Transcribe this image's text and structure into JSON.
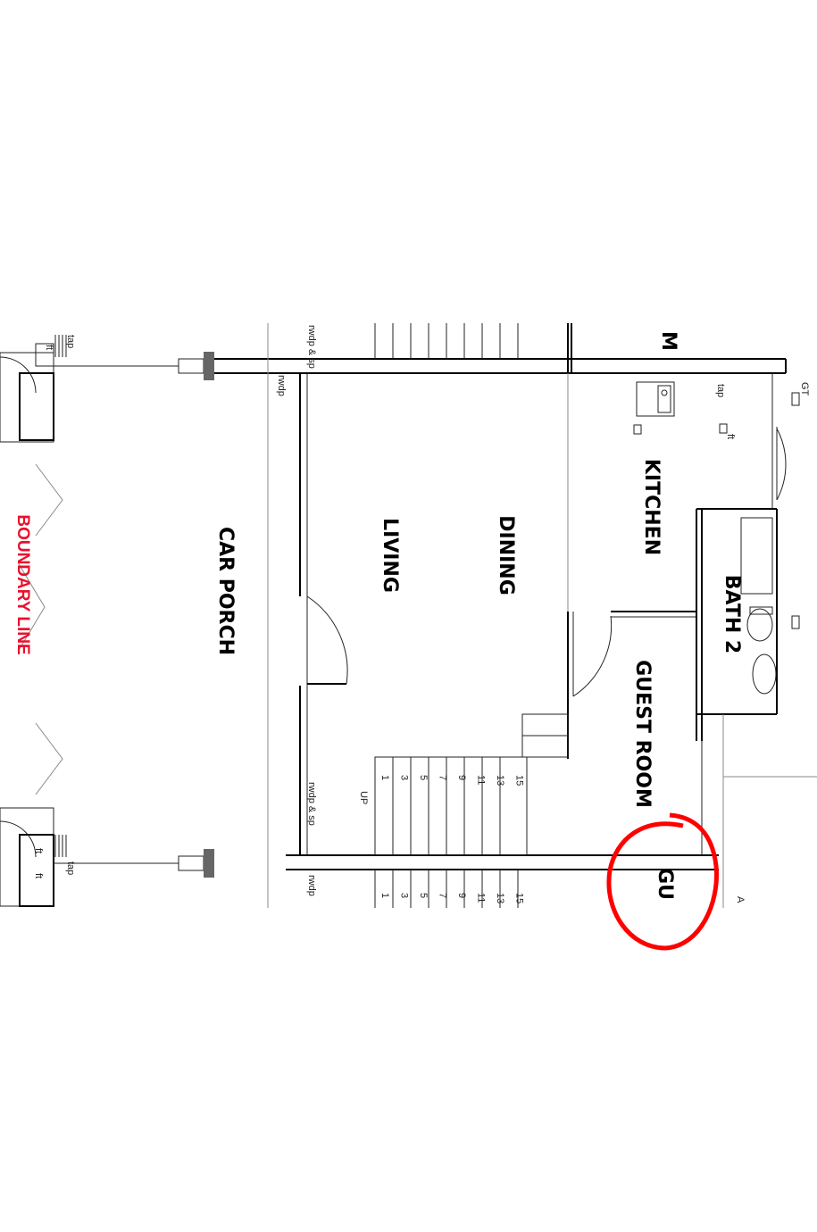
{
  "rooms": {
    "car_porch": "CAR PORCH",
    "living": "LIVING",
    "dining": "DINING",
    "kitchen": "KITCHEN",
    "bath2": "BATH 2",
    "guest_room": "GUEST ROOM",
    "guest_partial": "GU",
    "m_partial": "M"
  },
  "boundary_line": "BOUNDARY LINE",
  "annotations": {
    "tap_top": "tap",
    "tap_bottom": "tap",
    "tap_kitchen": "tap",
    "ft_top": "ft",
    "ft_kitchen": "ft",
    "ft_b1": "ft",
    "ft_b2": "ft",
    "rwdp_sp_top": "rwdp & sp",
    "rwdp_top": "rwdp",
    "rwdp_sp_bottom": "rwdp & sp",
    "rwdp_bottom": "rwdp",
    "gt": "GT",
    "up": "UP",
    "a_partial": "A"
  },
  "stair_numbers": [
    "1",
    "3",
    "5",
    "7",
    "9",
    "11",
    "13",
    "15"
  ],
  "stair_numbers_lower": [
    "1",
    "3",
    "5",
    "7",
    "9",
    "11",
    "13",
    "15"
  ],
  "colors": {
    "boundary": "#e8112d",
    "highlight_circle": "#ff0000",
    "ink": "#000000"
  }
}
